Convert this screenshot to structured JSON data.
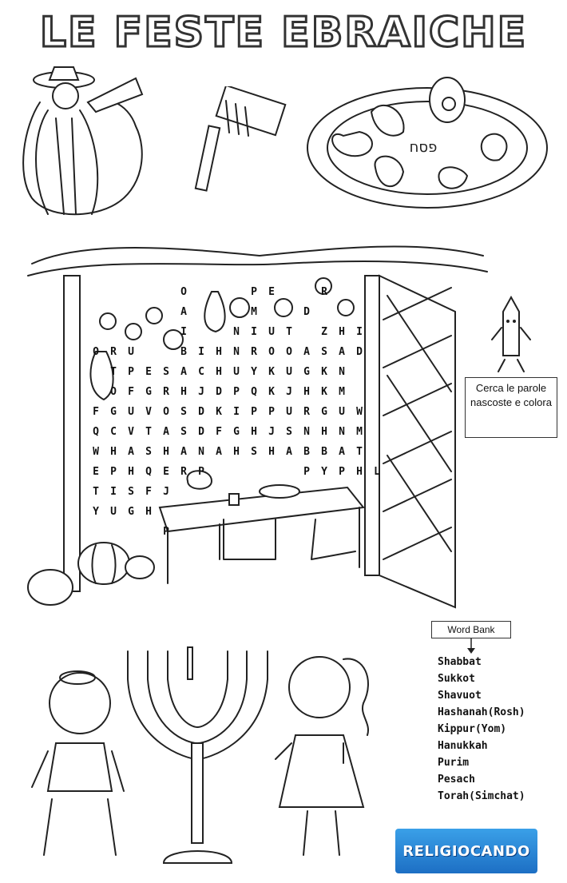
{
  "title": "LE FESTE EBRAICHE",
  "passover_plate_text": "פסח",
  "instructions": "Cerca le parole nascoste e colora",
  "word_bank": {
    "label": "Word Bank",
    "words": [
      "Shabbat",
      "Sukkot",
      "Shavuot",
      "Hashanah(Rosh)",
      "Kippur(Yom)",
      "Hanukkah",
      "Purim",
      "Pesach",
      "Torah(Simchat)"
    ]
  },
  "grid_rows": [
    "     O   PE  R",
    "     A   M  D ",
    "     I  NIUT ZHI",
    "ORU  BIHNROOASAD",
    " TPESACHUYKUGKN",
    " OFGRHJDPQKJHKM",
    "FGUVOSDKIPPURGUW",
    "QCVTASDFGHJSNHNM",
    "WHASHANAHSHABBAT",
    "EPHQERP     PYPHL",
    "TISFJ",
    "YUGH",
    "    P"
  ],
  "logo_text": "RELIGIOCANDO",
  "colors": {
    "logo_blue": "#1d6fc4",
    "ink": "#222222"
  }
}
